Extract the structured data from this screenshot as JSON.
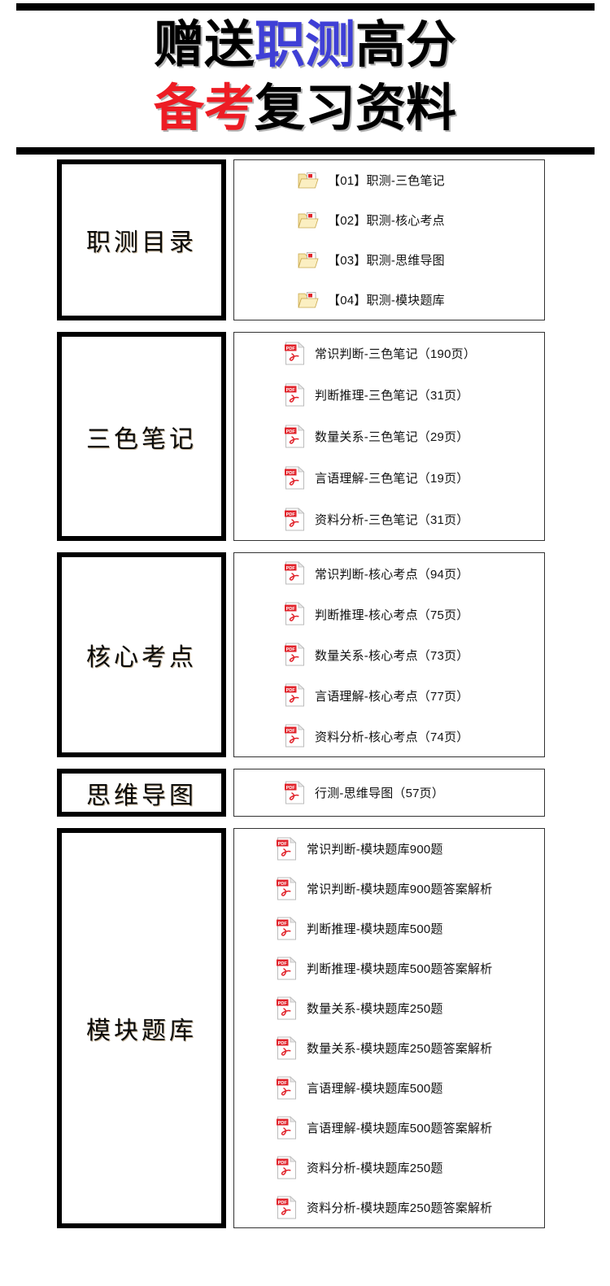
{
  "banner": {
    "line1": [
      {
        "text": "赠送",
        "color": "#000000"
      },
      {
        "text": "职测",
        "color": "#3F3FD6"
      },
      {
        "text": "高分",
        "color": "#000000"
      }
    ],
    "line2": [
      {
        "text": "备考",
        "color": "#ED1C24"
      },
      {
        "text": "复习资料",
        "color": "#000000"
      }
    ],
    "colors": {
      "black": "#000000",
      "blue": "#3F3FD6",
      "red": "#ED1C24"
    }
  },
  "sections": [
    {
      "label": "职测目录",
      "icon": "folder-icon",
      "items": [
        {
          "name": "【01】职测-三色笔记"
        },
        {
          "name": "【02】职测-核心考点"
        },
        {
          "name": "【03】职测-思维导图"
        },
        {
          "name": "【04】职测-模块题库"
        }
      ]
    },
    {
      "label": "三色笔记",
      "icon": "pdf-icon",
      "items": [
        {
          "name": "常识判断-三色笔记（190页）"
        },
        {
          "name": "判断推理-三色笔记（31页）"
        },
        {
          "name": "数量关系-三色笔记（29页）"
        },
        {
          "name": "言语理解-三色笔记（19页）"
        },
        {
          "name": "资料分析-三色笔记（31页）"
        }
      ]
    },
    {
      "label": "核心考点",
      "icon": "pdf-icon",
      "items": [
        {
          "name": "常识判断-核心考点（94页）"
        },
        {
          "name": "判断推理-核心考点（75页）"
        },
        {
          "name": "数量关系-核心考点（73页）"
        },
        {
          "name": "言语理解-核心考点（77页）"
        },
        {
          "name": "资料分析-核心考点（74页）"
        }
      ]
    },
    {
      "label": "思维导图",
      "icon": "pdf-icon",
      "items": [
        {
          "name": "行测-思维导图（57页）"
        }
      ]
    },
    {
      "label": "模块题库",
      "icon": "pdf-icon",
      "items": [
        {
          "name": "常识判断-模块题库900题"
        },
        {
          "name": "常识判断-模块题库900题答案解析"
        },
        {
          "name": "判断推理-模块题库500题"
        },
        {
          "name": "判断推理-模块题库500题答案解析"
        },
        {
          "name": "数量关系-模块题库250题"
        },
        {
          "name": "数量关系-模块题库250题答案解析"
        },
        {
          "name": "言语理解-模块题库500题"
        },
        {
          "name": "言语理解-模块题库500题答案解析"
        },
        {
          "name": "资料分析-模块题库250题"
        },
        {
          "name": "资料分析-模块题库250题答案解析"
        }
      ]
    }
  ]
}
